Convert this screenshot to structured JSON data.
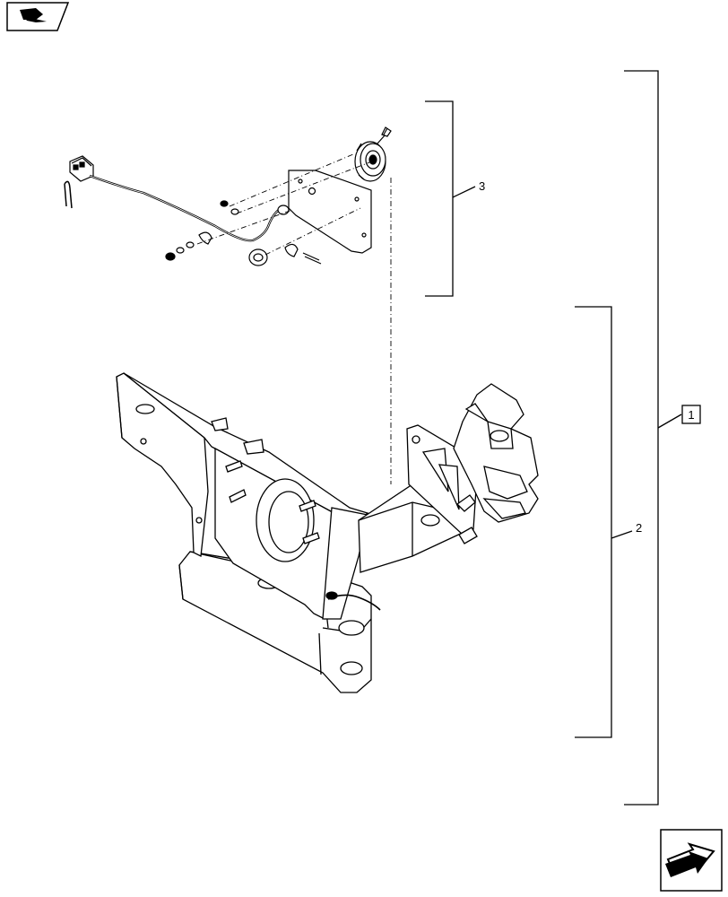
{
  "header": {
    "book_icon": "open-book-icon"
  },
  "footer": {
    "next_page_icon": "next-page-arrow-icon"
  },
  "callouts": {
    "item_1": "1",
    "item_2": "2",
    "item_3": "3"
  },
  "colors": {
    "line": "#000000",
    "background": "#ffffff"
  }
}
